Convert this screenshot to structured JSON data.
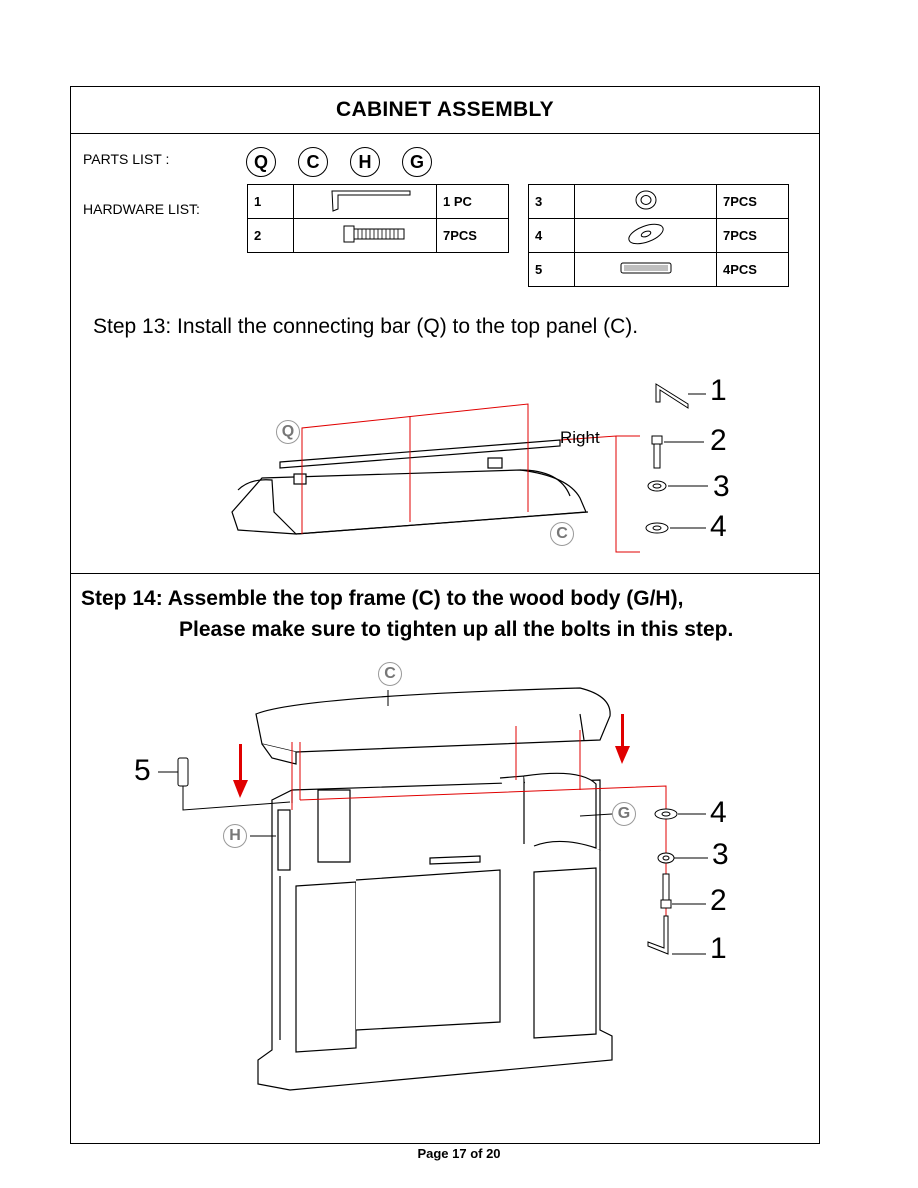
{
  "title": "CABINET  ASSEMBLY",
  "parts_list_label": "PARTS LIST :",
  "parts": [
    "Q",
    "C",
    "H",
    "G"
  ],
  "hardware_list_label": "HARDWARE LIST:",
  "hardware_left": [
    {
      "num": "1",
      "qty": "1 PC"
    },
    {
      "num": "2",
      "qty": "7PCS"
    }
  ],
  "hardware_right": [
    {
      "num": "3",
      "qty": "7PCS"
    },
    {
      "num": "4",
      "qty": "7PCS"
    },
    {
      "num": "5",
      "qty": "4PCS"
    }
  ],
  "step13": {
    "text": "Step 13: Install the connecting bar (Q) to the top panel (C).",
    "right_label": "Right",
    "tags": [
      "Q",
      "C"
    ],
    "hw_numbers": [
      "1",
      "2",
      "3",
      "4"
    ]
  },
  "step14": {
    "line1": "Step 14: Assemble the top frame (C) to the wood body (G/H),",
    "line2": "Please make sure to tighten up all the bolts in this step.",
    "tags": [
      "C",
      "H",
      "G"
    ],
    "hw_numbers": [
      "5",
      "4",
      "3",
      "2",
      "1"
    ]
  },
  "page": "Page 17 of 20",
  "colors": {
    "guide_line": "#e00000",
    "tag_gray": "#888888"
  }
}
